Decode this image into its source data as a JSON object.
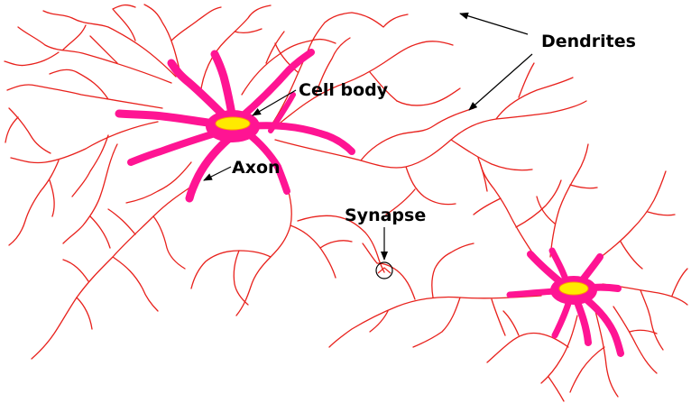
{
  "labels": {
    "dendrites": "Dendrites",
    "cell_body": "Cell body",
    "axon": "Axon",
    "synapse": "Synapse"
  },
  "colors": {
    "dendrite": "#e8211c",
    "cell_process": "#ff1493",
    "nucleus_fill": "#ffea00",
    "nucleus_edge": "#ff9900",
    "annotation": "#000000",
    "background": "#ffffff"
  }
}
